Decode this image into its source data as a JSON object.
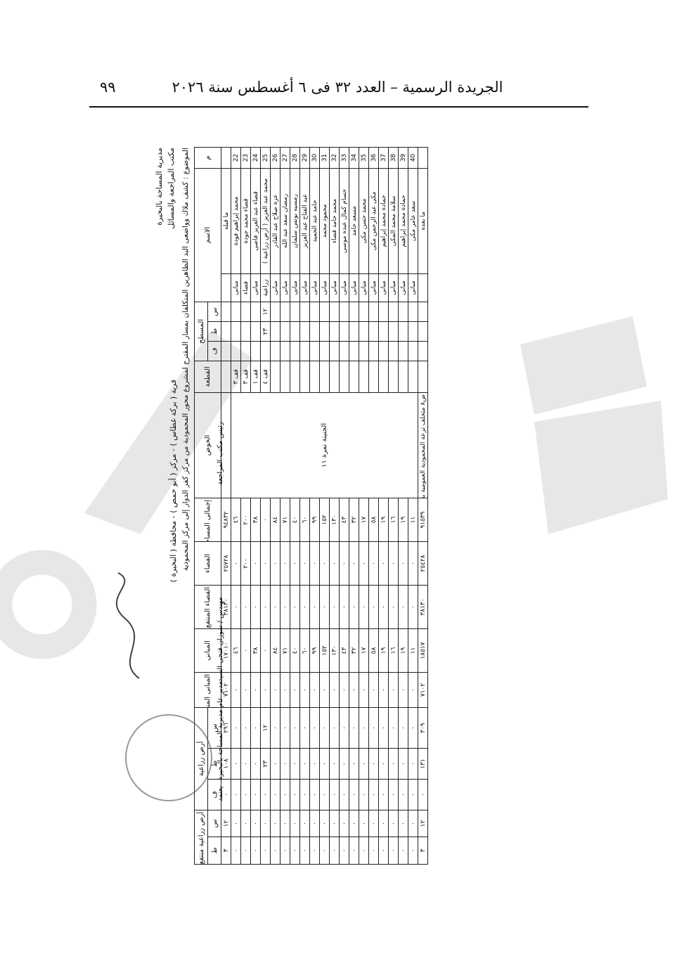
{
  "header": {
    "title": "الجريدة الرسمية – العدد ٣٢ فى ٦ أغسطس سنة ٢٠٢٦",
    "page_number": "٩٩"
  },
  "form": {
    "org_lines": [
      "مديرية المساحة بالبحيرة",
      "مكتب المراجعة والمسائل"
    ],
    "subject": "الموضوع : كشف ملاك وواضعى اليد الظاهرين المتكلفان بمسار المقترح لمشروع محور المحمودية من مركز كفر الدوار إلى مركز المحمودية",
    "location": "قرية ( بركة غطاس ) - مركز ( أبو حمص ) - محافظة ( البحيرة )",
    "columns": [
      "م",
      "الاسم",
      "",
      "المسطح",
      "",
      "القطعة",
      "الحوض",
      "إجمالى المساحة (م)",
      "الفضاء",
      "الفضاء المنتفع",
      "المبانى",
      "المبانى المنتفع",
      "أرض زراعية",
      "",
      "",
      "أرض زراعية منتفع",
      "",
      ""
    ],
    "unit_labels": [
      "س",
      "ط",
      "ف",
      "س",
      "ط",
      "ف",
      "س",
      "ط",
      "ف"
    ],
    "carry_label": "ما قبله",
    "note": "ض٨ متخلف ترعة المحمودية العمومية بجسريها",
    "basin": "الجنينة نمرة ١١",
    "rows": [
      {
        "n": "22",
        "name": "محمد إبراهيم فودة",
        "type": "مبانى",
        "parcel": "قف ٣",
        "total": "٤٦",
        "space": "٠",
        "space_b": "٠",
        "bld": "٤٦",
        "bld_b": "٠",
        "ag": [
          "٠",
          "٠",
          "٠"
        ],
        "agb": [
          "٠",
          "٠",
          "٠"
        ]
      },
      {
        "n": "23",
        "name": "قضاء محمد جودة",
        "type": "فضاء",
        "parcel": "قف ٣",
        "total": "٢٠٠",
        "space": "٢٠٠",
        "space_b": "٠",
        "bld": "٠",
        "bld_b": "٠",
        "ag": [
          "٠",
          "٠",
          "٠"
        ],
        "agb": [
          "٠",
          "٠",
          "٠"
        ]
      },
      {
        "n": "24",
        "name": "قضاء عبد العزيز فاضى",
        "type": "مبانى",
        "parcel": "قف ١",
        "total": "٣٨",
        "space": "٠",
        "space_b": "٠",
        "bld": "٣٨",
        "bld_b": "٠",
        "ag": [
          "٠",
          "٠",
          "٠"
        ],
        "agb": [
          "٠",
          "٠",
          "٠"
        ]
      },
      {
        "n": "25",
        "name": "محمد عبد العزيز ( أرض زراعية )",
        "type": "زراعية",
        "parcel": "قف ٤",
        "total": "٠",
        "space": "٠",
        "space_b": "٠",
        "bld": "٠",
        "bld_b": "٠",
        "ag": [
          "١٢",
          "٢٣",
          "٠"
        ],
        "agb": [
          "٠",
          "٠",
          "٠"
        ]
      },
      {
        "n": "26",
        "name": "عزة صلاح عبد القادر",
        "type": "مبانى",
        "parcel": "",
        "total": "٨٤",
        "space": "٠",
        "space_b": "٠",
        "bld": "٨٤",
        "bld_b": "٠",
        "ag": [
          "٠",
          "٠",
          "٠"
        ],
        "agb": [
          "٠",
          "٠",
          "٠"
        ]
      },
      {
        "n": "27",
        "name": "رمضان سعد عبد الله",
        "type": "مبانى",
        "parcel": "",
        "total": "٧١",
        "space": "٠",
        "space_b": "٠",
        "bld": "٧١",
        "bld_b": "٠",
        "ag": [
          "٠",
          "٠",
          "٠"
        ],
        "agb": [
          "٠",
          "٠",
          "٠"
        ]
      },
      {
        "n": "28",
        "name": "رمسيه بونس سلمان",
        "type": "مبانى",
        "parcel": "",
        "total": "٤٠",
        "space": "٠",
        "space_b": "٠",
        "bld": "٤٠",
        "bld_b": "٠",
        "ag": [
          "٠",
          "٠",
          "٠"
        ],
        "agb": [
          "٠",
          "٠",
          "٠"
        ]
      },
      {
        "n": "29",
        "name": "عبد الفتاح عبد العزيز",
        "type": "مبانى",
        "parcel": "",
        "total": "٦٠",
        "space": "٠",
        "space_b": "٠",
        "bld": "٦٠",
        "bld_b": "٠",
        "ag": [
          "٠",
          "٠",
          "٠"
        ],
        "agb": [
          "٠",
          "٠",
          "٠"
        ]
      },
      {
        "n": "30",
        "name": "حامد عبد الحميد",
        "type": "مبانى",
        "parcel": "",
        "total": "٩٩",
        "space": "٠",
        "space_b": "٠",
        "bld": "٩٩",
        "bld_b": "٠",
        "ag": [
          "٠",
          "٠",
          "٠"
        ],
        "agb": [
          "٠",
          "٠",
          "٠"
        ]
      },
      {
        "n": "31",
        "name": "محمود محمد",
        "type": "مبانى",
        "parcel": "",
        "total": "١٥٢",
        "space": "٠",
        "space_b": "٠",
        "bld": "١٥٢",
        "bld_b": "٠",
        "ag": [
          "٠",
          "٠",
          "٠"
        ],
        "agb": [
          "٠",
          "٠",
          "٠"
        ]
      },
      {
        "n": "32",
        "name": "محمد حامد قضاء",
        "type": "مبانى",
        "parcel": "",
        "total": "١٣٠",
        "space": "٠",
        "space_b": "٠",
        "bld": "١٣٠",
        "bld_b": "٠",
        "ag": [
          "٠",
          "٠",
          "٠"
        ],
        "agb": [
          "٠",
          "٠",
          "٠"
        ]
      },
      {
        "n": "33",
        "name": "حسام كمال عبده موسى",
        "type": "مبانى",
        "parcel": "",
        "total": "٤٣",
        "space": "٠",
        "space_b": "٠",
        "bld": "٤٣",
        "bld_b": "٠",
        "ag": [
          "٠",
          "٠",
          "٠"
        ],
        "agb": [
          "٠",
          "٠",
          "٠"
        ]
      },
      {
        "n": "34",
        "name": "مسعد حامد",
        "type": "مبانى",
        "parcel": "",
        "total": "٣٢",
        "space": "٠",
        "space_b": "٠",
        "bld": "٣٢",
        "bld_b": "٠",
        "ag": [
          "٠",
          "٠",
          "٠"
        ],
        "agb": [
          "٠",
          "٠",
          "٠"
        ]
      },
      {
        "n": "35",
        "name": "محمد حسن مكى",
        "type": "مبانى",
        "parcel": "",
        "total": "١٧",
        "space": "٠",
        "space_b": "٠",
        "bld": "١٧",
        "bld_b": "٠",
        "ag": [
          "٠",
          "٠",
          "٠"
        ],
        "agb": [
          "٠",
          "٠",
          "٠"
        ]
      },
      {
        "n": "36",
        "name": "مكى عبد الرحمن مكى",
        "type": "مبانى",
        "parcel": "",
        "total": "٥٨",
        "space": "٠",
        "space_b": "٠",
        "bld": "٥٨",
        "bld_b": "٠",
        "ag": [
          "٠",
          "٠",
          "٠"
        ],
        "agb": [
          "٠",
          "٠",
          "٠"
        ]
      },
      {
        "n": "37",
        "name": "حمادة محمد إبراهيم",
        "type": "مبانى",
        "parcel": "",
        "total": "١٩",
        "space": "٠",
        "space_b": "٠",
        "bld": "١٩",
        "bld_b": "٠",
        "ag": [
          "٠",
          "٠",
          "٠"
        ],
        "agb": [
          "٠",
          "٠",
          "٠"
        ]
      },
      {
        "n": "38",
        "name": "سلامة محمد المكى",
        "type": "مبانى",
        "parcel": "",
        "total": "١٦",
        "space": "٠",
        "space_b": "٠",
        "bld": "١٦",
        "bld_b": "٠",
        "ag": [
          "٠",
          "٠",
          "٠"
        ],
        "agb": [
          "٠",
          "٠",
          "٠"
        ]
      },
      {
        "n": "39",
        "name": "حمادة محمد إبراهيم",
        "type": "مبانى",
        "parcel": "",
        "total": "١٩",
        "space": "٠",
        "space_b": "٠",
        "bld": "١٩",
        "bld_b": "٠",
        "ag": [
          "٠",
          "٠",
          "٠"
        ],
        "agb": [
          "٠",
          "٠",
          "٠"
        ]
      },
      {
        "n": "40",
        "name": "سعد عامر مكى",
        "type": "مبانى",
        "parcel": "",
        "total": "١١",
        "space": "٠",
        "space_b": "٠",
        "bld": "١١",
        "bld_b": "٠",
        "ag": [
          "٠",
          "٠",
          "٠"
        ],
        "agb": [
          "٠",
          "٠",
          "٠"
        ]
      }
    ],
    "totals": {
      "label": "ما بعده",
      "total": "٩١٥٣٩",
      "space": "٢٥٤٢٨",
      "space_b": "٣٨١٣٠",
      "bld": "١٨٥١٧",
      "bld_b": "٧١٠٢",
      "ag": [
        "٣٠٩",
        "١٣١",
        "٠"
      ],
      "agb": [
        "١٢",
        "٣",
        "٠"
      ]
    },
    "carry_in": {
      "total": "٩٤٨٣٢",
      "space": "٢٥٧٢٨",
      "space_b": "٣٨١٣٠",
      "bld": "١٧٠١٠",
      "bld_b": "٧١٠٢",
      "ag": [
        "٢٩٦",
        "١٠٨",
        "٠"
      ],
      "agb": [
        "١٢",
        "٣",
        "٠"
      ]
    },
    "signatures": {
      "reviewer_title": "رئيس مكتب المراجعة",
      "director_title": "مدير عام مديرية المساحة بالبحيرة",
      "engineer": "مهندس / سوزان فتحى السيد",
      "approval": "يعتمد"
    }
  }
}
